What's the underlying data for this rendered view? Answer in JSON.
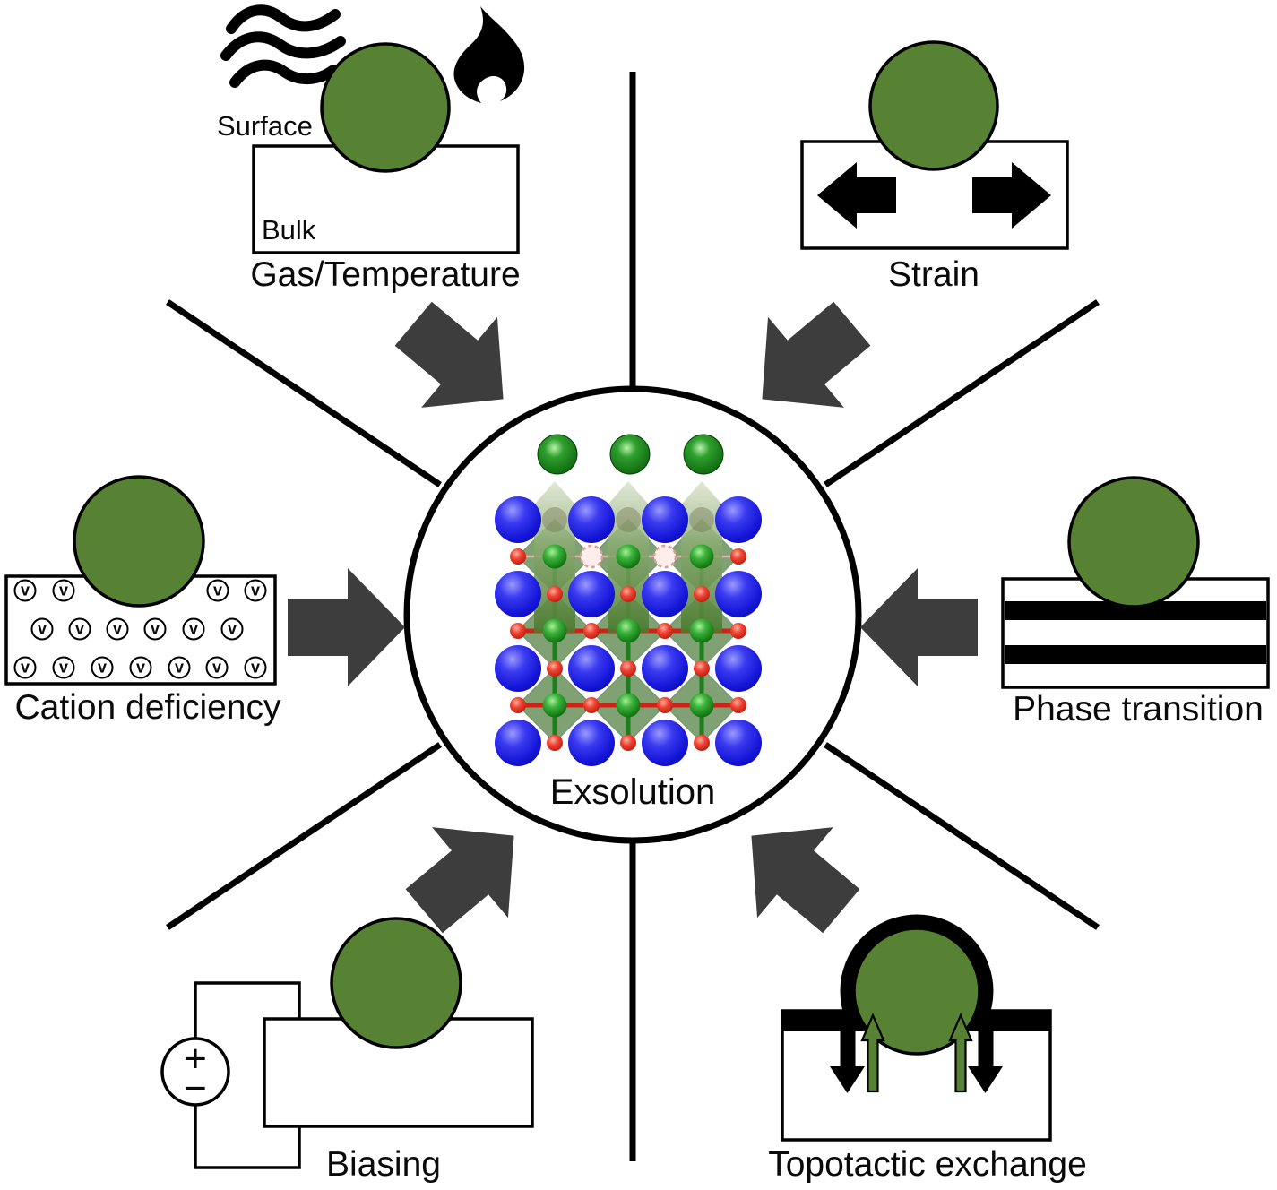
{
  "center": {
    "label": "Exsolution"
  },
  "sections": {
    "gas_temperature": {
      "label": "Gas/Temperature",
      "surface_label": "Surface",
      "bulk_label": "Bulk"
    },
    "strain": {
      "label": "Strain"
    },
    "cation_deficiency": {
      "label": "Cation deficiency",
      "vacancy_symbol": "v",
      "vacancy_counts_per_row": [
        4,
        6,
        7
      ]
    },
    "phase_transition": {
      "label": "Phase transition"
    },
    "biasing": {
      "label": "Biasing",
      "plus_symbol": "+",
      "minus_symbol": "−"
    },
    "topotactic_exchange": {
      "label": "Topotactic exchange"
    }
  },
  "colors": {
    "nanoparticle_green": "#578233",
    "arrow_dark_gray": "#3d3d3d",
    "a_site_blue": "#1515d8",
    "b_site_green": "#168016",
    "oxygen_red": "#d42114",
    "octahedron_green": "#7fa173",
    "vacancy_pink": "#e39a90",
    "exsolved_particle_green": "#1e8c1e",
    "outline_black": "#000000"
  }
}
